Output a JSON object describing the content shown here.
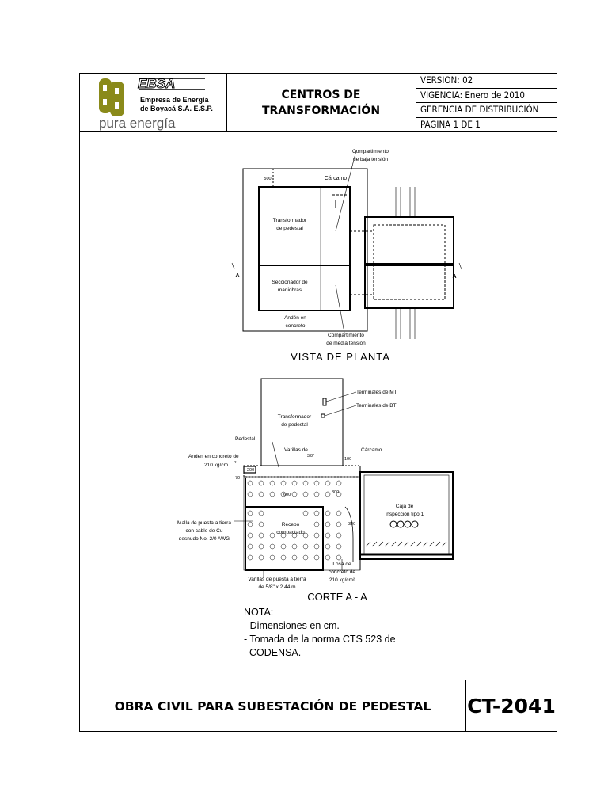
{
  "header": {
    "company_short": "EBSA",
    "company_line1": "Empresa de Energía",
    "company_line2": "de Boyacá S.A. E.S.P.",
    "slogan": "pura energía",
    "title_line1": "CENTROS DE",
    "title_line2": "TRANSFORMACIÓN",
    "version": "VERSION: 02",
    "vigencia": "VIGENCIA: Enero de 2010",
    "gerencia": "GERENCIA DE DISTRIBUCIÓN",
    "pagina": "PAGINA 1 DE 1"
  },
  "plan": {
    "label_comp_bt_1": "Compartimiento",
    "label_comp_bt_2": "de baja tensión",
    "label_carcamo": "Cárcamo",
    "dim_500": "500",
    "label_trafo_1": "Transformador",
    "label_trafo_2": "de pedestal",
    "label_secc_1": "Seccionador de",
    "label_secc_2": "maniobras",
    "label_anden_1": "Andén en",
    "label_anden_2": "concreto",
    "label_comp_mt_1": "Compartimiento",
    "label_comp_mt_2": "de media tensión",
    "section_mark": "A",
    "title": "VISTA DE PLANTA"
  },
  "section": {
    "label_terminales_mt": "Terminales de MT",
    "label_terminales_bt": "Terminales de BT",
    "label_trafo_1": "Transformador",
    "label_trafo_2": "de pedestal",
    "label_pedestal": "Pedestal",
    "label_varillas_1": "Varillas de",
    "label_varillas_frac": "3/8\"",
    "label_carcamo": "Cárcamo",
    "label_anden_1": "Anden en concreto de",
    "label_anden_2": "210 kg/cm",
    "label_anden_sup": "2",
    "dim_200": "200",
    "dim_70": "70",
    "dim_100": "100",
    "dim_600": "600",
    "dim_300a": "300",
    "dim_300b": "300",
    "label_caja_1": "Caja de",
    "label_caja_2": "inspección tipo 1",
    "label_malla_1": "Malla de puesta a tierra",
    "label_malla_2": "con cable de  Cu",
    "label_malla_3": "desnudo No. 2/0 AWG",
    "label_recebo_1": "Recebo",
    "label_recebo_2": "compactado",
    "label_losa_1": "Losa de",
    "label_losa_2": "concreto de",
    "label_losa_3": "210 kg/cm²",
    "label_varillas_pt_1": "Varillas de puesta a tierra",
    "label_varillas_pt_2": "de 5/8\" x 2.44 m",
    "title": "CORTE A -  A"
  },
  "notes": {
    "title": "NOTA:",
    "line1": "- Dimensiones en cm.",
    "line2": "- Tomada de la norma CTS 523 de",
    "line3": "  CODENSA."
  },
  "footer": {
    "title": "OBRA CIVIL PARA SUBESTACIÓN DE PEDESTAL",
    "code": "CT-2041"
  },
  "colors": {
    "logo_olive": "#8a8a1a",
    "line": "#000000"
  }
}
